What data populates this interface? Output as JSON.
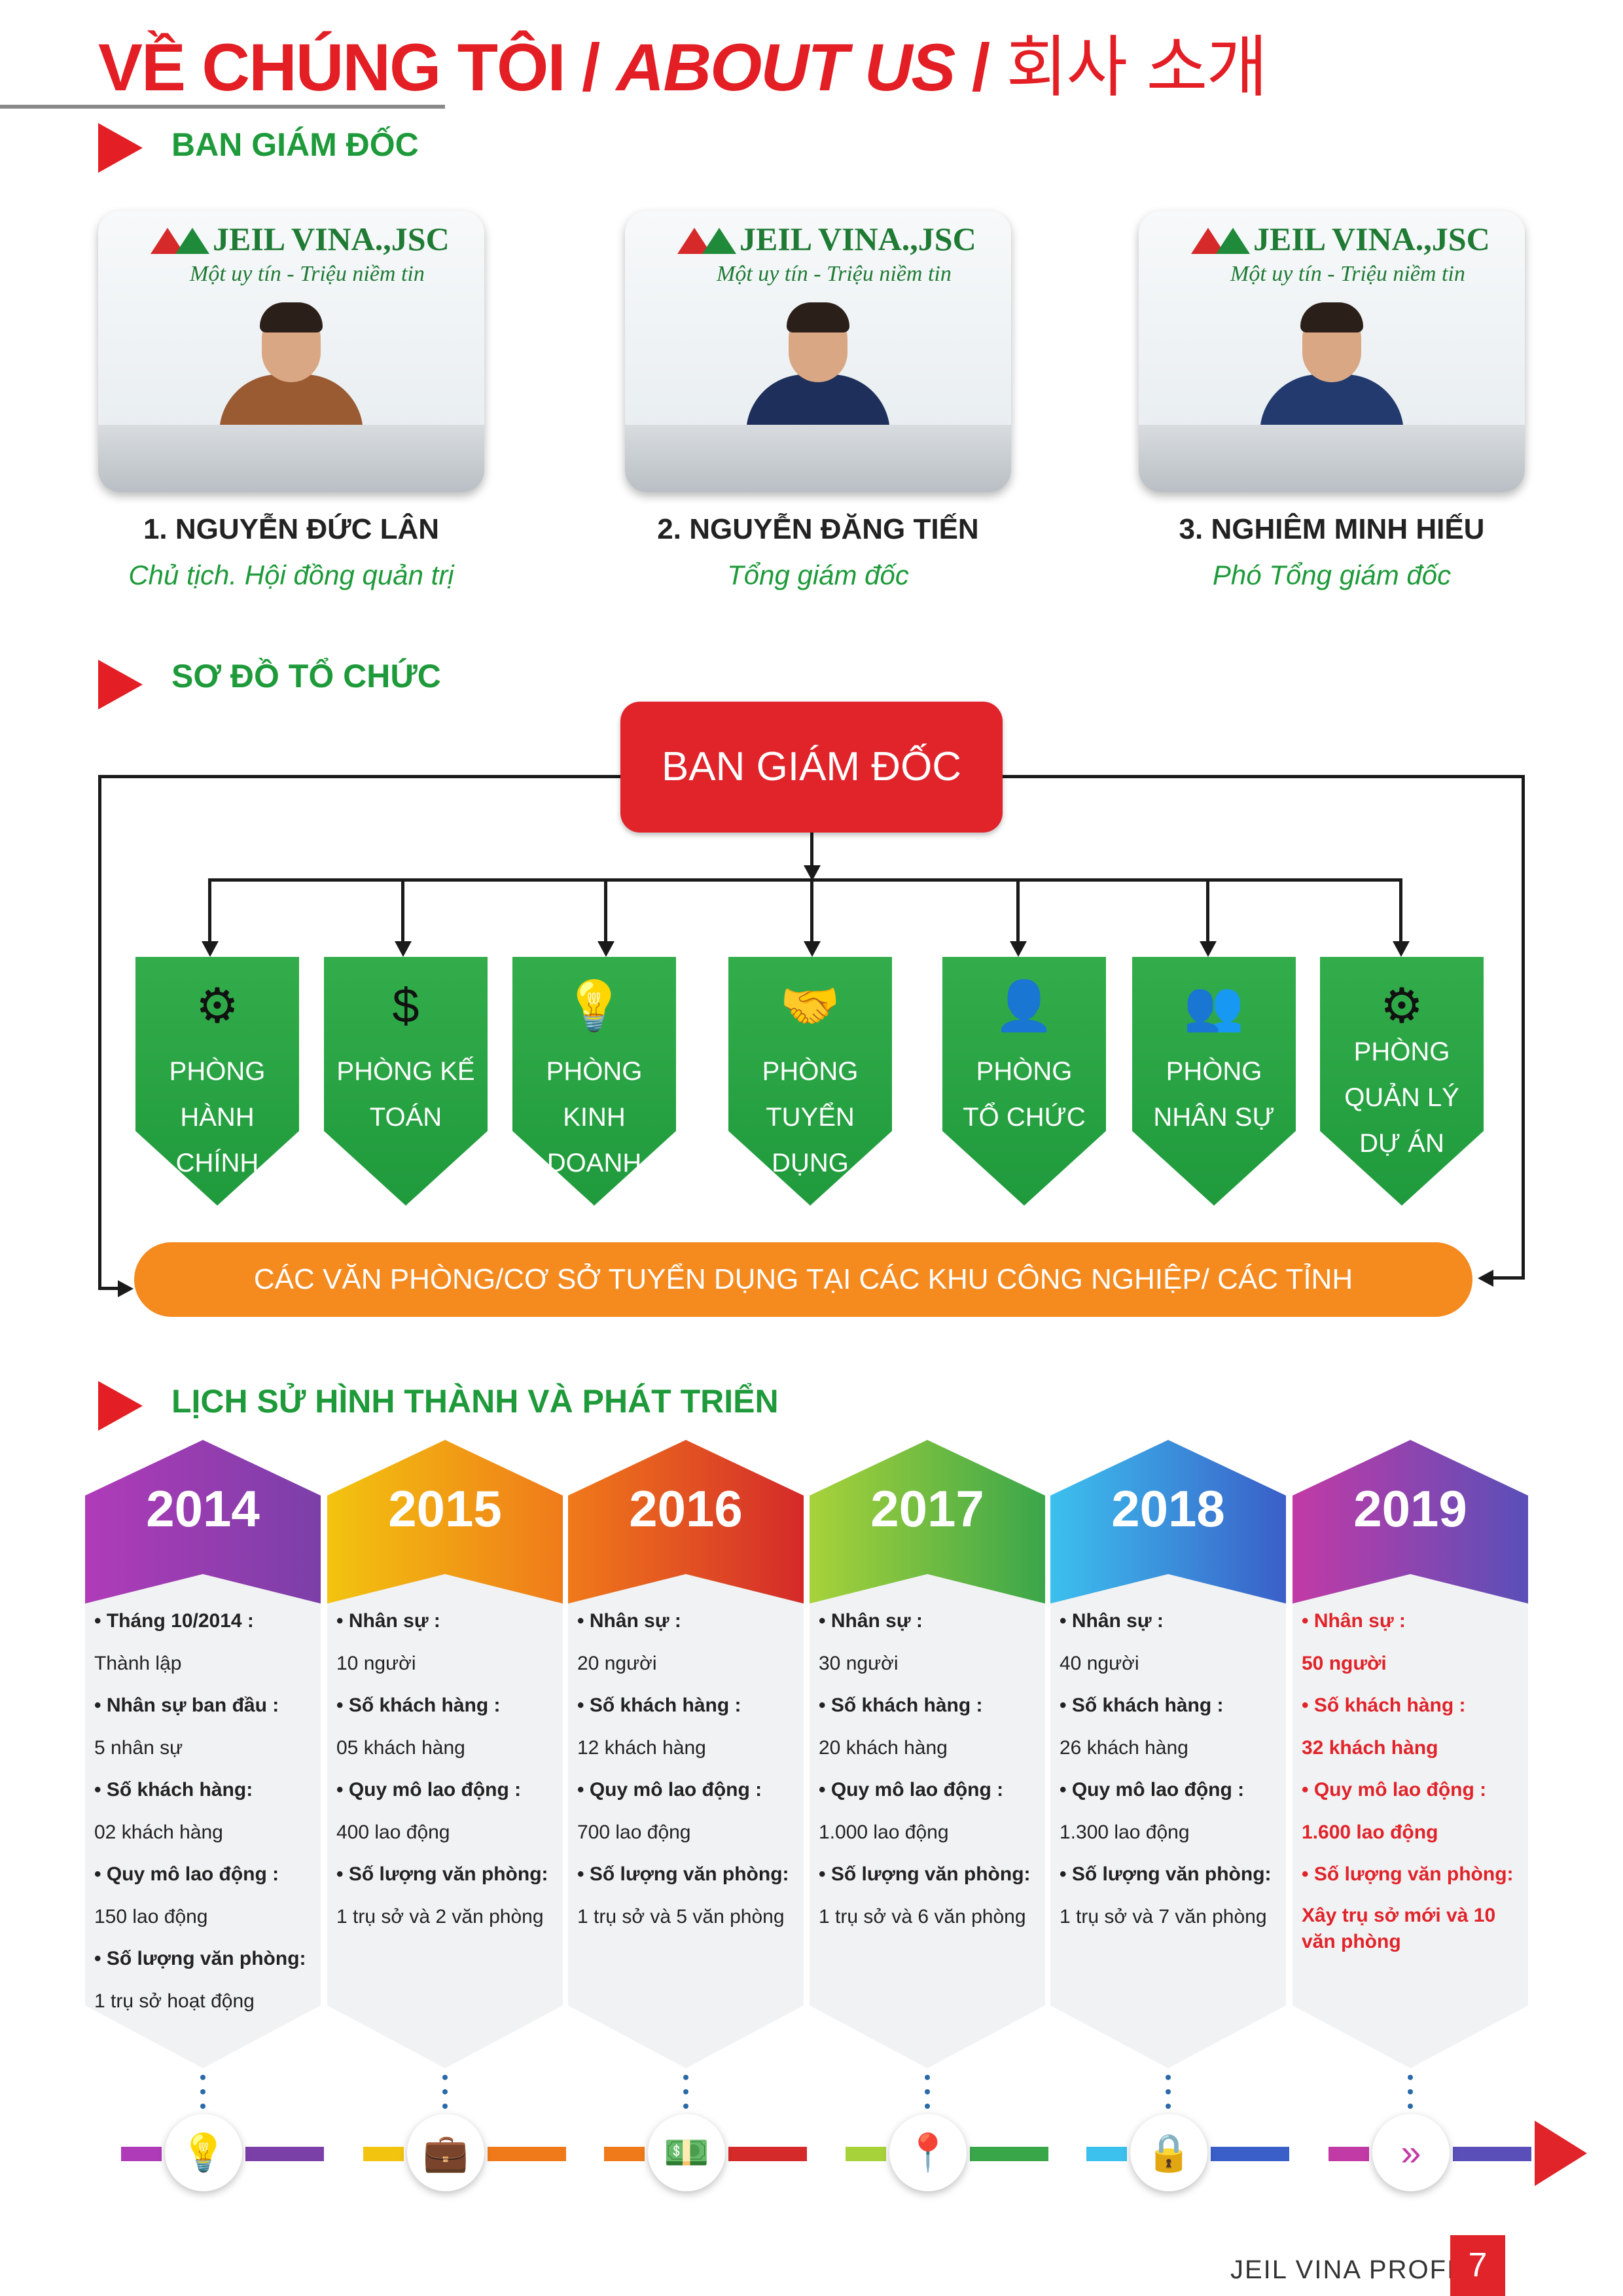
{
  "header": {
    "title_vn": "VỀ CHÚNG TÔI / ",
    "title_en": "ABOUT US",
    "title_sep": " / ",
    "title_kr": "회사 소개"
  },
  "sections": {
    "board": "BAN GIÁM ĐỐC",
    "org": "SƠ ĐỒ TỔ CHỨC",
    "history": "LỊCH SỬ HÌNH THÀNH VÀ PHÁT TRIỂN"
  },
  "photo_text": {
    "brand": "JEIL VINA.,JSC",
    "slogan": "Một uy tín - Triệu niềm tin"
  },
  "leaders": [
    {
      "name": "1. NGUYỄN ĐỨC LÂN",
      "role": "Chủ tịch. Hội đồng quản trị",
      "suit": "#9a5a32"
    },
    {
      "name": "2. NGUYỄN ĐĂNG TIẾN",
      "role": "Tổng giám đốc",
      "suit": "#1d2f5a"
    },
    {
      "name": "3. NGHIÊM MINH HIẾU",
      "role": "Phó Tổng giám đốc",
      "suit": "#223a6e"
    }
  ],
  "org_chart": {
    "top": "BAN GIÁM ĐỐC",
    "departments": [
      {
        "icon": "network-icon",
        "line1": "PHÒNG",
        "line2": "HÀNH CHÍNH",
        "line3": ""
      },
      {
        "icon": "dollar-coin-icon",
        "line1": "PHÒNG KẾ",
        "line2": "TOÁN",
        "line3": ""
      },
      {
        "icon": "lightbulb-icon",
        "line1": "PHÒNG",
        "line2": "KINH DOANH",
        "line3": ""
      },
      {
        "icon": "handshake-icon",
        "line1": "PHÒNG",
        "line2": "TUYỂN DỤNG",
        "line3": ""
      },
      {
        "icon": "person-gear-icon",
        "line1": "PHÒNG",
        "line2": "TỔ CHỨC",
        "line3": ""
      },
      {
        "icon": "people-group-icon",
        "line1": "PHÒNG",
        "line2": "NHÂN SỰ",
        "line3": ""
      },
      {
        "icon": "gears-icon",
        "line1": "PHÒNG",
        "line2": "QUẢN LÝ",
        "line3": "DỰ ÁN"
      }
    ],
    "bottom": "CÁC VĂN PHÒNG/CƠ SỞ TUYỂN DỤNG TẠI CÁC KHU CÔNG NGHIỆP/ CÁC TỈNH"
  },
  "timeline": [
    {
      "year": "2014",
      "color_a": "#b03bb8",
      "color_b": "#7b3fa8",
      "icon": "lightbulb-icon",
      "lines": [
        "• Tháng 10/2014 :",
        " Thành lập",
        "• Nhân sự ban đầu :",
        "5 nhân sự",
        "• Số khách hàng:",
        "02 khách hàng",
        "• Quy mô lao động :",
        "150 lao động",
        "• Số lượng văn phòng:",
        "1 trụ sở hoạt động"
      ]
    },
    {
      "year": "2015",
      "color_a": "#f2c40f",
      "color_b": "#f07a1a",
      "icon": "briefcase-clock-icon",
      "lines": [
        "• Nhân sự :",
        " 10 người",
        "• Số khách hàng :",
        "05 khách hàng",
        "• Quy mô lao động :",
        "400 lao động",
        "• Số lượng văn phòng:",
        "1 trụ sở và 2 văn phòng"
      ]
    },
    {
      "year": "2016",
      "color_a": "#f07a1a",
      "color_b": "#d42a2a",
      "icon": "money-stack-icon",
      "lines": [
        "• Nhân sự :",
        " 20 người",
        "• Số khách hàng :",
        "12 khách hàng",
        "• Quy mô lao động :",
        "700 lao động",
        "• Số lượng văn phòng:",
        "1 trụ sở và 5 văn phòng"
      ]
    },
    {
      "year": "2017",
      "color_a": "#a8d23a",
      "color_b": "#3aa64a",
      "icon": "location-pin-icon",
      "lines": [
        "• Nhân sự :",
        "30 người",
        "• Số khách hàng :",
        "20 khách hàng",
        "• Quy mô lao động :",
        "1.000 lao động",
        "• Số lượng văn phòng:",
        "1 trụ sở và 6 văn phòng"
      ]
    },
    {
      "year": "2018",
      "color_a": "#3cc0ee",
      "color_b": "#3a5fc8",
      "icon": "fingerprint-icon",
      "lines": [
        "• Nhân sự :",
        "40 người",
        "• Số khách hàng :",
        "26 khách hàng",
        "• Quy mô lao động :",
        "1.300 lao động",
        "• Số lượng văn phòng:",
        "1 trụ sở và 7 văn phòng"
      ]
    },
    {
      "year": "2019",
      "color_a": "#c23aa6",
      "color_b": "#5a4fb8",
      "icon": "forward-arrow-icon",
      "lines": [
        "• Nhân sự :",
        "50 người",
        "• Số khách hàng :",
        "32 khách hàng",
        "• Quy mô lao động :",
        "1.600 lao động",
        "• Số lượng văn phòng:",
        "Xây trụ sở mới và 10 văn phòng"
      ]
    }
  ],
  "footer": {
    "label": "JEIL VINA PROFILE",
    "page": "7"
  }
}
